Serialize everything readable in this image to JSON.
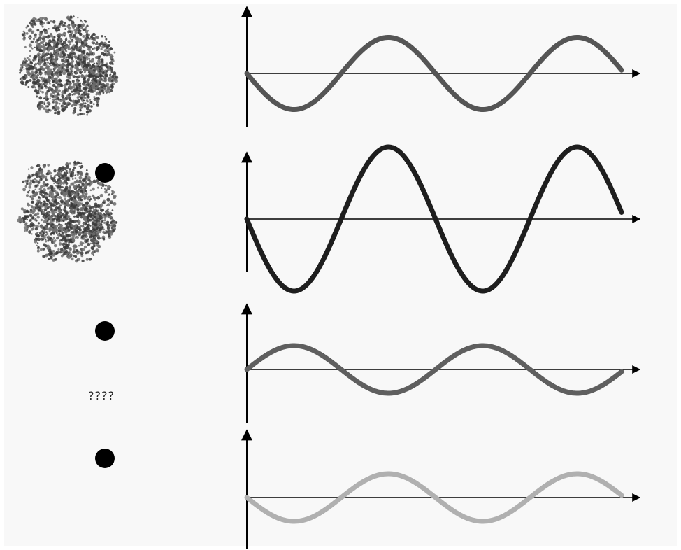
{
  "rows": [
    {
      "name": "row-protein",
      "protein": true,
      "ball": false,
      "amplitude": 0.5,
      "phase": "down",
      "color": "#555555",
      "stroke": 7
    },
    {
      "name": "row-protein-ball",
      "protein": true,
      "ball": true,
      "amplitude": 1.0,
      "phase": "down",
      "color": "#1e1e1e",
      "stroke": 7
    },
    {
      "name": "row-ball",
      "protein": false,
      "ball": true,
      "amplitude": 0.33,
      "phase": "up",
      "color": "#5f5f5f",
      "stroke": 7
    },
    {
      "name": "row-ball-unknown",
      "protein": false,
      "ball": true,
      "amplitude": 0.33,
      "phase": "down",
      "color": "#b0b0b0",
      "stroke": 7
    }
  ],
  "unknown_label": "????",
  "colors": {
    "axis": "#000000",
    "protein": "#6e6e6e",
    "protein_dark": "#3a3a3a",
    "ball": "#000000",
    "background": "#f8f8f8"
  },
  "icons": {
    "protein": "protein-structure-icon",
    "ball": "ligand-ball-icon"
  }
}
